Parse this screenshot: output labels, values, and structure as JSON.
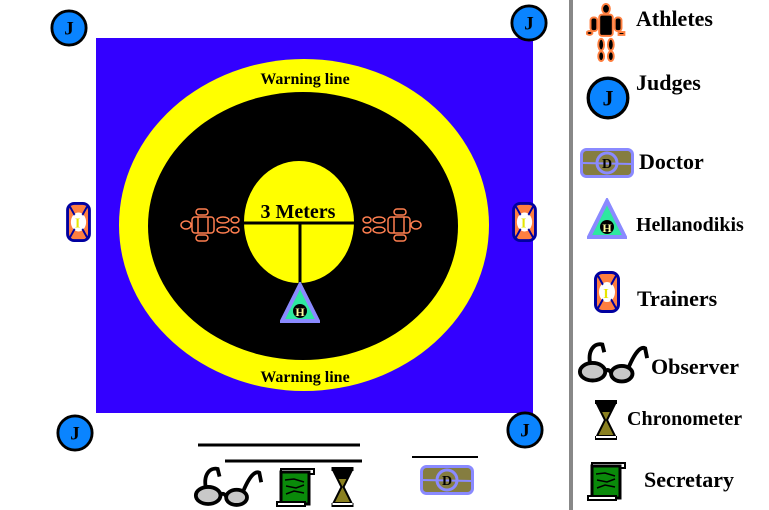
{
  "arena": {
    "warning_top": "Warning line",
    "warning_bottom": "Warning line",
    "center_label": "3 Meters",
    "hellanodikis_letter": "H"
  },
  "icons": {
    "judge_letter": "J",
    "doctor_letter": "D",
    "trainer_letter": "I"
  },
  "legend": [
    {
      "label": "Athletes",
      "icon": "athlete-icon"
    },
    {
      "label": "Judges",
      "icon": "judge-icon"
    },
    {
      "label": "Doctor",
      "icon": "doctor-icon"
    },
    {
      "label": "Hellanodikis",
      "icon": "hellanodikis-icon"
    },
    {
      "label": "Trainers",
      "icon": "trainer-icon"
    },
    {
      "label": "Observer",
      "icon": "glasses-icon"
    },
    {
      "label": "Chronometer",
      "icon": "hourglass-icon"
    },
    {
      "label": "Secretary",
      "icon": "scroll-icon"
    }
  ],
  "colors": {
    "arena_bg": "#3300ff",
    "ring": "#ffff00",
    "mat": "#000000",
    "judge": "#0a84ff",
    "divider": "#888888"
  }
}
